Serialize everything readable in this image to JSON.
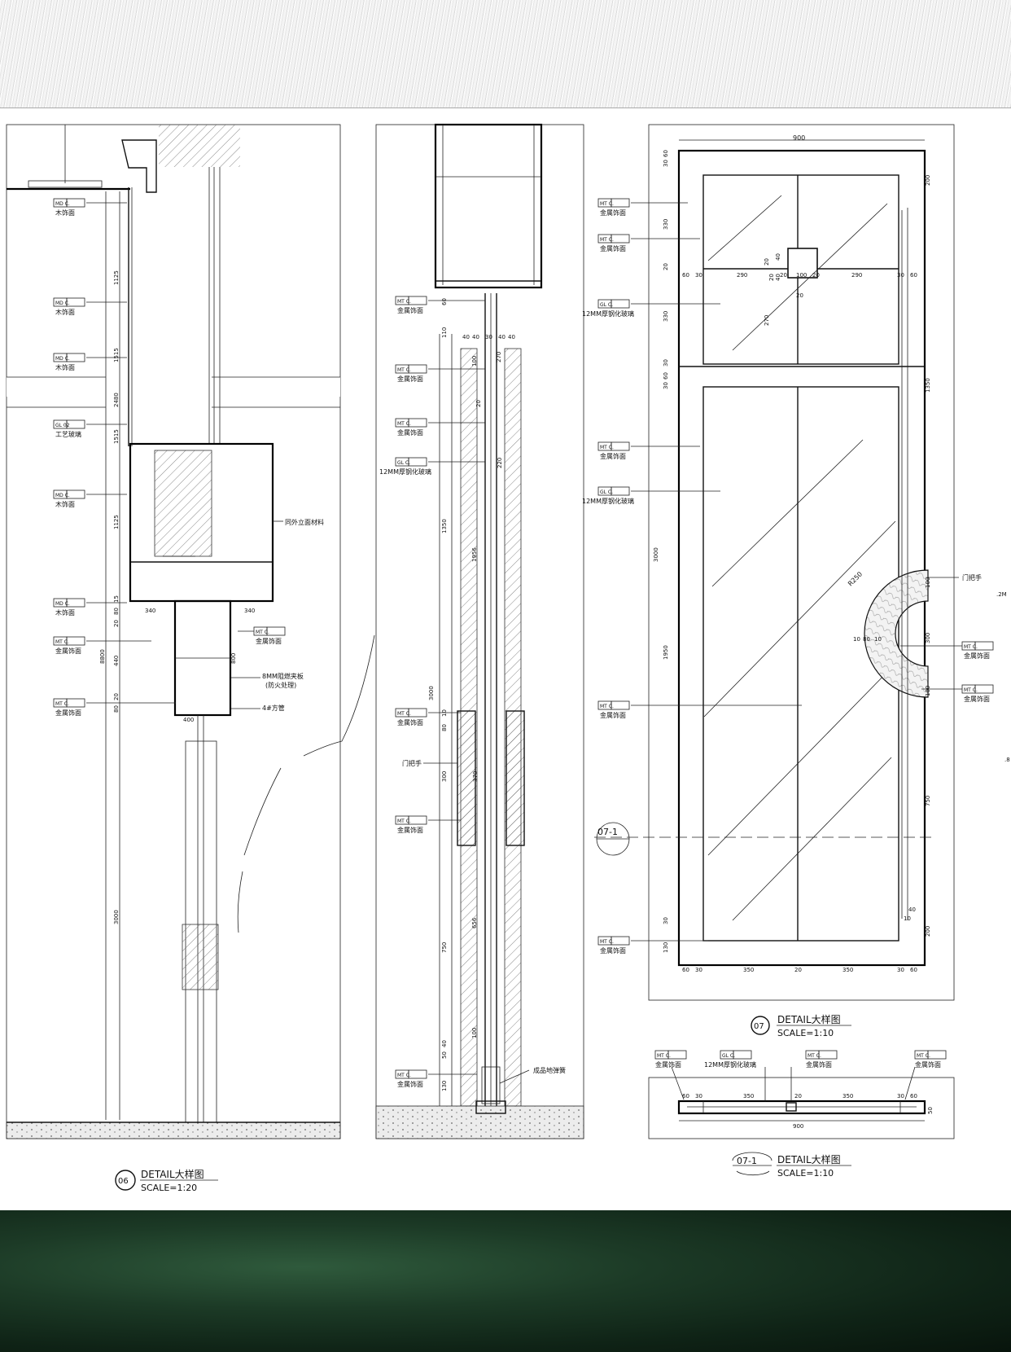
{
  "detail_06": {
    "title": "DETAIL大样图",
    "scale": "SCALE=1:20",
    "num": "06",
    "tags": [
      {
        "code": "MD C.",
        "note": "木饰面"
      },
      {
        "code": "MD C.",
        "note": "木饰面"
      },
      {
        "code": "MD C.",
        "note": "木饰面"
      },
      {
        "code": "GL 02",
        "note": "工艺玻璃"
      },
      {
        "code": "MD C.",
        "note": "木饰面"
      },
      {
        "code": "MD C.",
        "note": "木饰面"
      },
      {
        "code": "MT C.",
        "note": "金属饰面"
      },
      {
        "code": "MT C.",
        "note": "金属饰面"
      }
    ],
    "right_tag": {
      "code": "MT C.",
      "note": "金属饰面"
    },
    "notes": [
      "同外立面材料",
      "8MM阻燃夹板",
      "(防火处理)",
      "4#方管"
    ],
    "dims_v": [
      "1125",
      "1515",
      "2480",
      "1515",
      "1125",
      "15",
      "80",
      "20",
      "440",
      "20",
      "80",
      "3000",
      "8800"
    ],
    "dims_h": [
      "340",
      "340",
      "400",
      "800"
    ]
  },
  "section_mid": {
    "tags": [
      {
        "code": "MT C.",
        "note": "金属饰面"
      },
      {
        "code": "MT C.",
        "note": "金属饰面"
      },
      {
        "code": "MT C.",
        "note": "金属饰面"
      },
      {
        "code": "GL C.",
        "note": "12MM厚钢化玻璃"
      },
      {
        "code": "MT C.",
        "note": "金属饰面"
      },
      {
        "code": "MT C.",
        "note": "金属饰面"
      },
      {
        "code": "MT C.",
        "note": "金属饰面"
      }
    ],
    "handle_note": "门把手",
    "floor_note": "成品地弹簧",
    "dims": [
      "60",
      "110",
      "40",
      "40",
      "30",
      "40",
      "40",
      "270",
      "100",
      "20",
      "220",
      "1350",
      "1956",
      "3000",
      "10",
      "80",
      "300",
      "370",
      "750",
      "656",
      "100",
      "50",
      "40",
      "130"
    ]
  },
  "detail_07": {
    "title": "DETAIL大样图",
    "scale": "SCALE=1:10",
    "num": "07",
    "width": "900",
    "tags": [
      {
        "code": "MT C.",
        "note": "金属饰面"
      },
      {
        "code": "MT C.",
        "note": "金属饰面"
      },
      {
        "code": "GL C.",
        "note": "12MM厚钢化玻璃"
      },
      {
        "code": "MT C.",
        "note": "金属饰面"
      },
      {
        "code": "GL C.",
        "note": "12MM厚钢化玻璃"
      },
      {
        "code": "MT C.",
        "note": "金属饰面"
      },
      {
        "code": "MT C.",
        "note": "金属饰面"
      }
    ],
    "handle_note": "门把手",
    "handle_tags": [
      {
        "code": "MT C.",
        "note": "金属饰面"
      },
      {
        "code": "MT C.",
        "note": "金属饰面"
      }
    ],
    "radius": "R250",
    "dims_top": [
      "60",
      "30",
      "290",
      "20",
      "100",
      "20",
      "290",
      "30",
      "60"
    ],
    "dims_bottom": [
      "60",
      "30",
      "350",
      "20",
      "350",
      "30",
      "60"
    ],
    "dims_left": [
      "30",
      "60",
      "330",
      "20",
      "330",
      "30",
      "60",
      "30",
      "3000",
      "1950",
      "30",
      "130"
    ],
    "dims_right": [
      "200",
      "1350",
      "100",
      "300",
      "100",
      "750",
      "40",
      "10",
      "200"
    ],
    "dims_small": [
      "20",
      "40",
      "20",
      "40",
      "270",
      "20",
      "10",
      "80",
      "10"
    ],
    "section_label": "07-1"
  },
  "detail_07_1": {
    "title": "DETAIL大样图",
    "scale": "SCALE=1:10",
    "num": "07-1",
    "tags": [
      {
        "code": "MT C.",
        "note": "金属饰面"
      },
      {
        "code": "GL C.",
        "note": "12MM厚钢化玻璃"
      },
      {
        "code": "MT C.",
        "note": "金属饰面"
      },
      {
        "code": "MT C.",
        "note": "金属饰面"
      }
    ],
    "dims": [
      "60",
      "30",
      "350",
      "20",
      "350",
      "30",
      "60",
      "900",
      "50"
    ]
  },
  "edge_fragments": [
    ".2M",
    ".8"
  ]
}
